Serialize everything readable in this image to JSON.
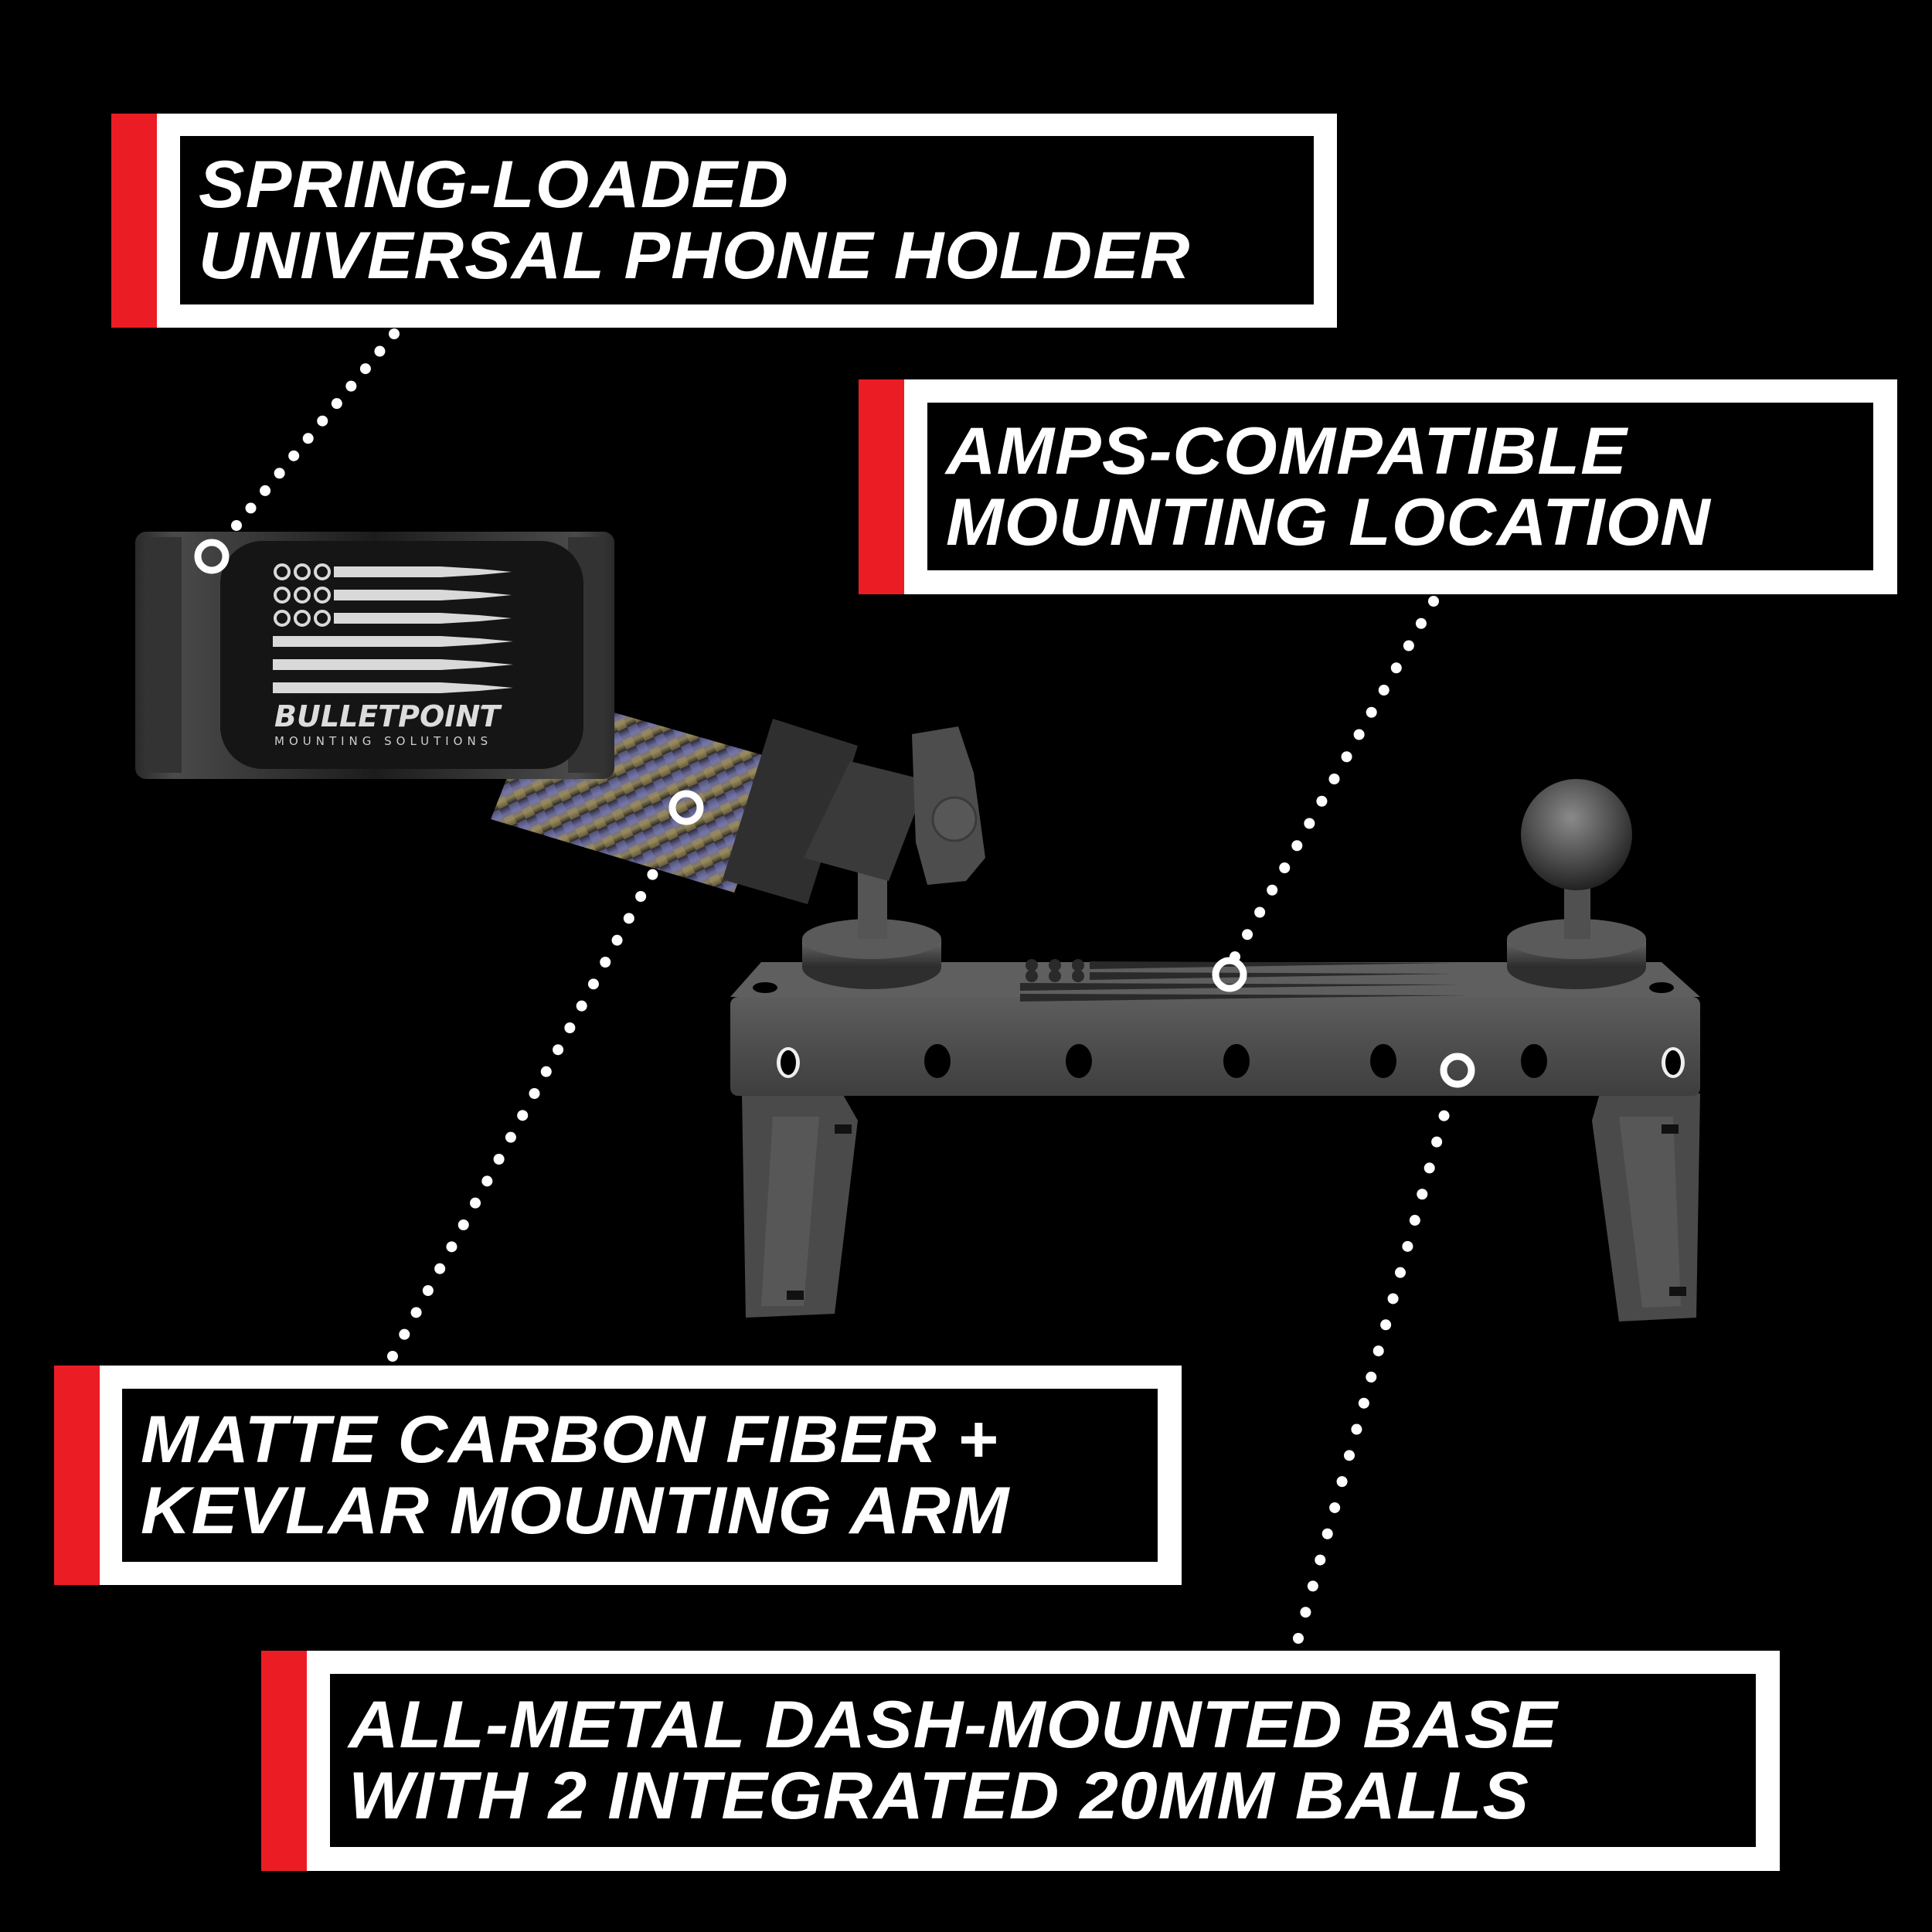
{
  "callouts": [
    {
      "id": "phone-holder",
      "lines": [
        "SPRING-LOADED",
        "UNIVERSAL PHONE HOLDER"
      ]
    },
    {
      "id": "amps-location",
      "lines": [
        "AMPS-COMPATIBLE",
        "MOUNTING LOCATION"
      ]
    },
    {
      "id": "mounting-arm",
      "lines": [
        "MATTE CARBON FIBER +",
        "KEVLAR MOUNTING ARM"
      ]
    },
    {
      "id": "dash-base",
      "lines": [
        "ALL-METAL DASH-MOUNTED BASE",
        "WITH 2 INTEGRATED 20MM BALLS"
      ]
    }
  ],
  "product": {
    "brand": "BULLETPOINT",
    "trademark": "™",
    "tagline": "MOUNTING SOLUTIONS"
  },
  "colors": {
    "accent_red": "#ec1c24",
    "background": "#000000",
    "box_border": "#ffffff",
    "text": "#ffffff"
  }
}
